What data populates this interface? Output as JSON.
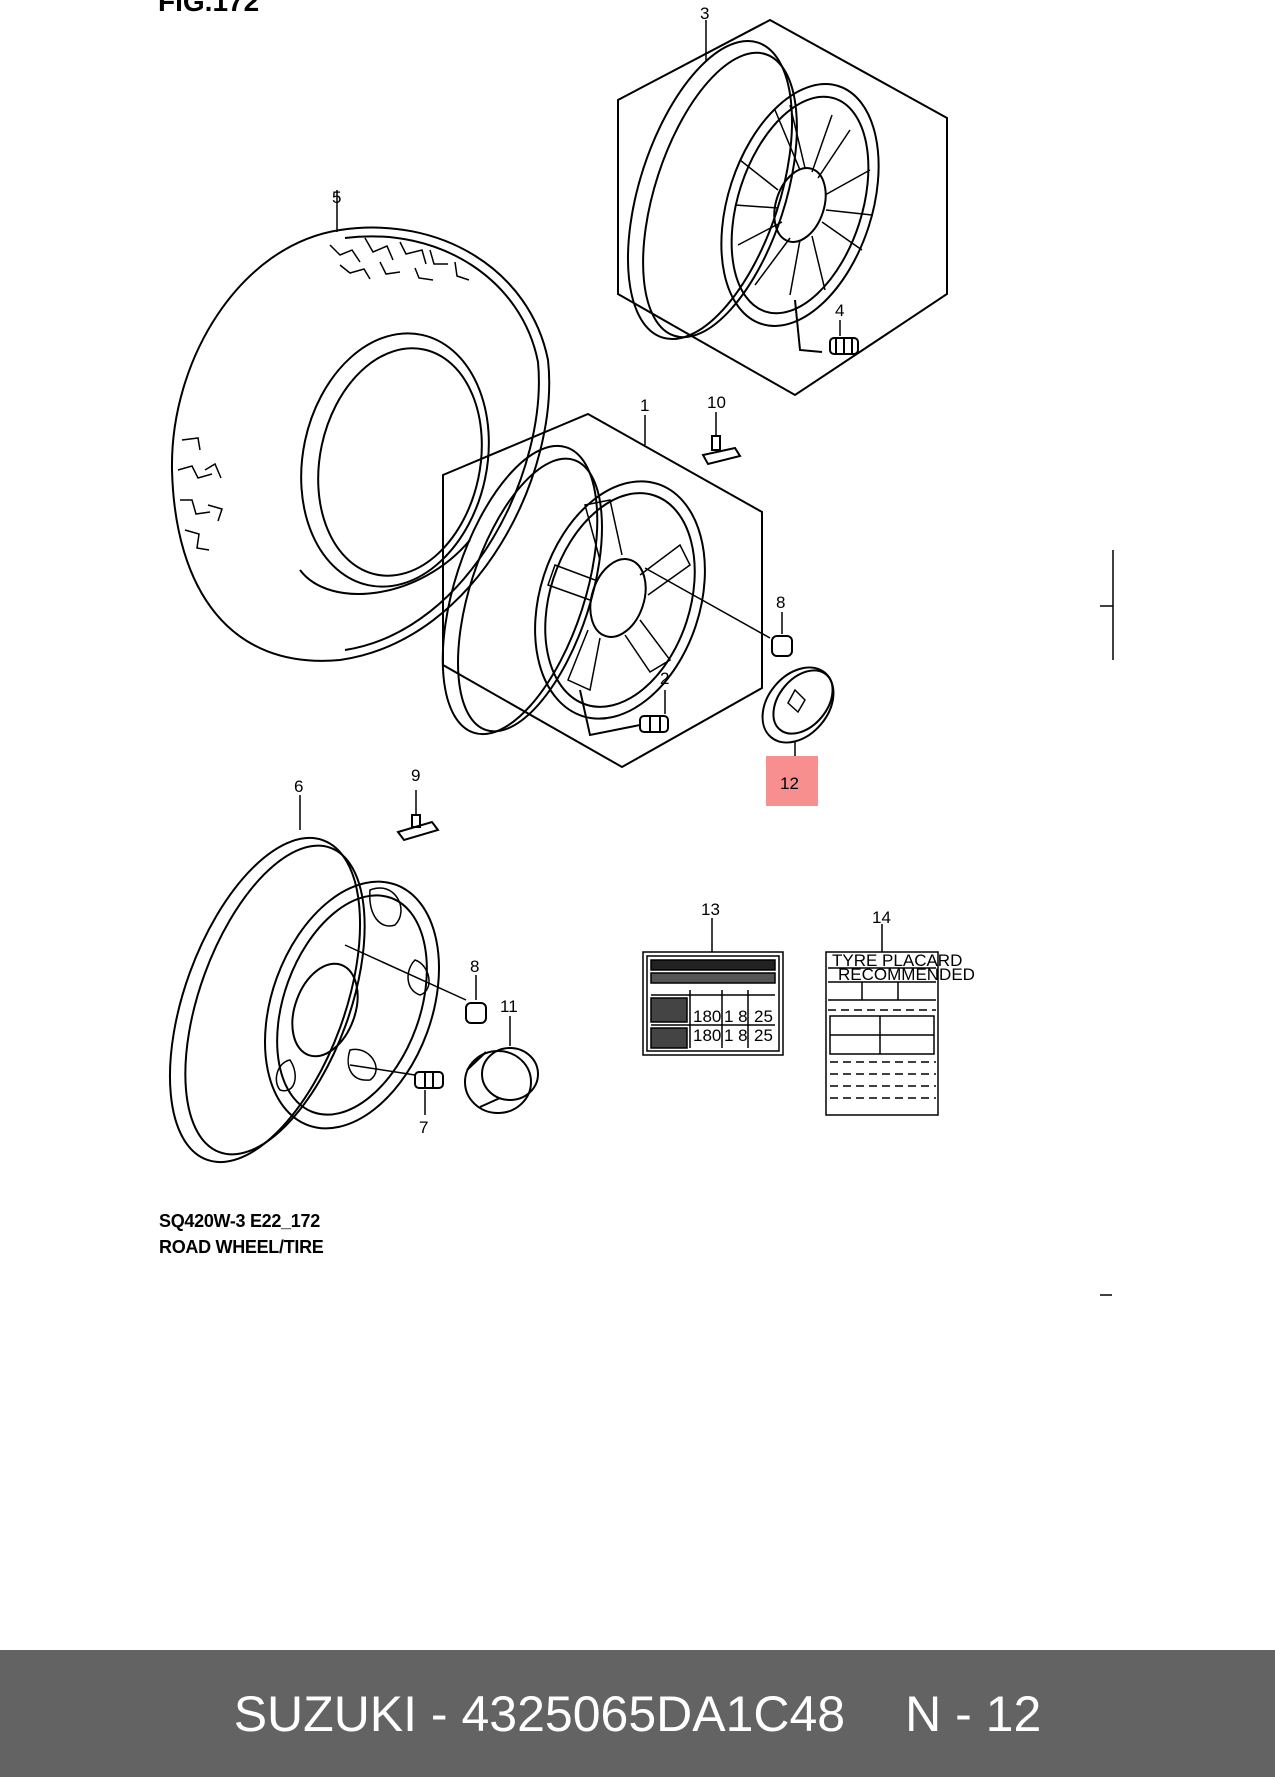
{
  "figure": {
    "title": "FIG.172"
  },
  "callouts": {
    "c1": "1",
    "c2": "2",
    "c3": "3",
    "c4": "4",
    "c5": "5",
    "c6": "6",
    "c7": "7",
    "c8a": "8",
    "c8b": "8",
    "c9": "9",
    "c10": "10",
    "c11": "11",
    "c12": "12",
    "c13": "13",
    "c14": "14"
  },
  "highlight_color": "#f78f8f",
  "placard": {
    "title": "TYRE PLACARD",
    "subtitle": "RECOMMENDED"
  },
  "label13": {
    "row_front": {
      "kpa": "180",
      "kgf": "1 8",
      "psi": "25"
    },
    "row_rear": {
      "kpa": "180",
      "kgf": "1 8",
      "psi": "25"
    }
  },
  "caption": {
    "code": "SQ420W-3 E22_172",
    "name": "ROAD WHEEL/TIRE"
  },
  "footer": {
    "part": "SUZUKI - 4325065DA1C48",
    "position": "N - 12"
  }
}
